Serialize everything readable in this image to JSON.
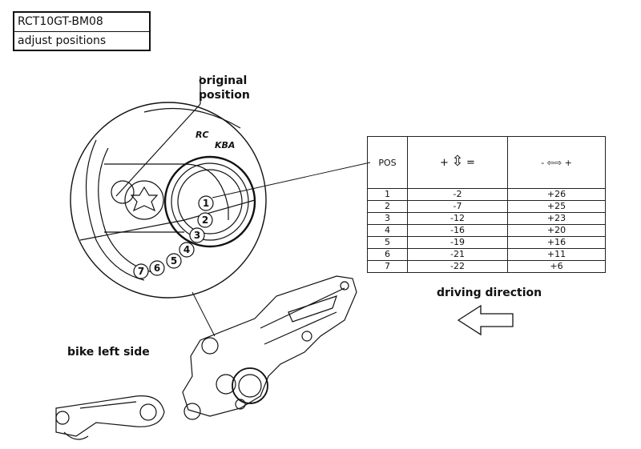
{
  "title_block": {
    "part_number": "RCT10GT-BM08",
    "description": "adjust positions"
  },
  "labels": {
    "original_position": "original\nposition",
    "driving_direction": "driving direction",
    "bike_side": "bike left side",
    "part_mark_rc": "RC",
    "part_mark_kba": "KBA"
  },
  "position_markers": [
    "1",
    "2",
    "3",
    "4",
    "5",
    "6",
    "7"
  ],
  "table": {
    "headers": {
      "pos": "POS",
      "vertical_plus": "+",
      "vertical_minus": "=",
      "horizontal": "- ⇦⇨ +"
    },
    "rows": [
      {
        "pos": "1",
        "vertical": "-2",
        "horizontal": "+26"
      },
      {
        "pos": "2",
        "vertical": "-7",
        "horizontal": "+25"
      },
      {
        "pos": "3",
        "vertical": "-12",
        "horizontal": "+23"
      },
      {
        "pos": "4",
        "vertical": "-16",
        "horizontal": "+20"
      },
      {
        "pos": "5",
        "vertical": "-19",
        "horizontal": "+16"
      },
      {
        "pos": "6",
        "vertical": "-21",
        "horizontal": "+11"
      },
      {
        "pos": "7",
        "vertical": "-22",
        "horizontal": "+6"
      }
    ]
  },
  "colors": {
    "line": "#111111",
    "background": "#ffffff"
  }
}
